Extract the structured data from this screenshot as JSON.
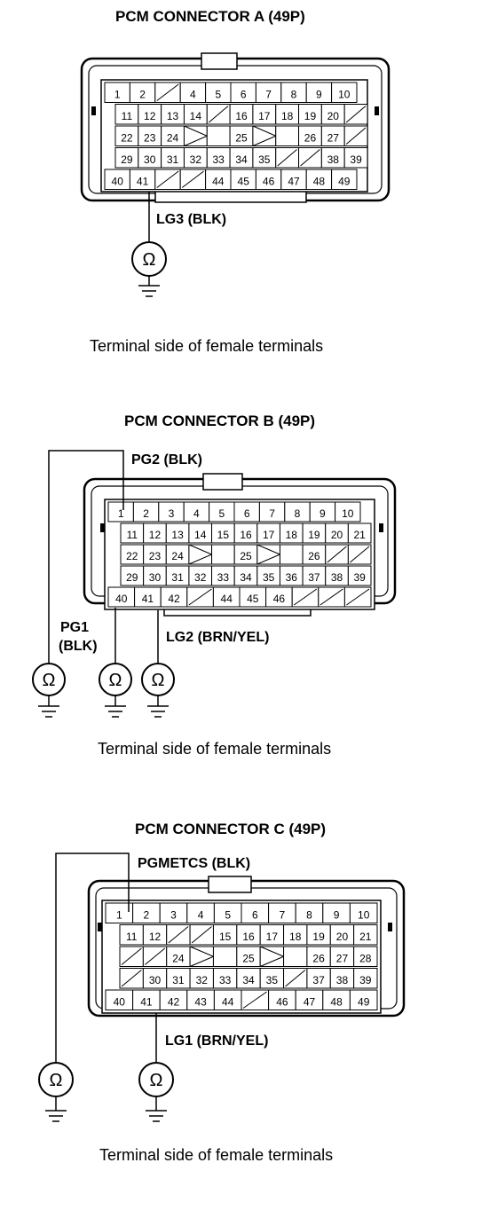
{
  "connectors": [
    {
      "id": "A",
      "title": "PCM CONNECTOR A (49P)",
      "caption": "Terminal side of female terminals",
      "rows": [
        [
          "1",
          "2",
          "/",
          "4",
          "5",
          "6",
          "7",
          "8",
          "9",
          "10"
        ],
        [
          "11",
          "12",
          "13",
          "14",
          "/",
          "16",
          "17",
          "18",
          "19",
          "20",
          "/"
        ],
        [
          "22",
          "23",
          "24",
          "X",
          "",
          "25",
          "X",
          "",
          "26",
          "27",
          "/"
        ],
        [
          "29",
          "30",
          "31",
          "32",
          "33",
          "34",
          "35",
          "/",
          "/",
          "38",
          "39"
        ],
        [
          "40",
          "41",
          "/",
          "/",
          "44",
          "45",
          "46",
          "47",
          "48",
          "49"
        ]
      ],
      "labels": [
        {
          "text": "LG3 (BLK)"
        }
      ]
    },
    {
      "id": "B",
      "title": "PCM CONNECTOR B (49P)",
      "caption": "Terminal side of female terminals",
      "rows": [
        [
          "1",
          "2",
          "3",
          "4",
          "5",
          "6",
          "7",
          "8",
          "9",
          "10"
        ],
        [
          "11",
          "12",
          "13",
          "14",
          "15",
          "16",
          "17",
          "18",
          "19",
          "20",
          "21"
        ],
        [
          "22",
          "23",
          "24",
          "X",
          "",
          "25",
          "X",
          "",
          "26",
          "/",
          "/"
        ],
        [
          "29",
          "30",
          "31",
          "32",
          "33",
          "34",
          "35",
          "36",
          "37",
          "38",
          "39"
        ],
        [
          "40",
          "41",
          "42",
          "/",
          "44",
          "45",
          "46",
          "/",
          "/",
          "/"
        ]
      ],
      "labels": [
        {
          "text": "PG2 (BLK)"
        },
        {
          "text": "PG1"
        },
        {
          "text": "(BLK)"
        },
        {
          "text": "LG2 (BRN/YEL)"
        }
      ]
    },
    {
      "id": "C",
      "title": "PCM CONNECTOR C (49P)",
      "caption": "Terminal side of female terminals",
      "rows": [
        [
          "1",
          "2",
          "3",
          "4",
          "5",
          "6",
          "7",
          "8",
          "9",
          "10"
        ],
        [
          "11",
          "12",
          "/",
          "/",
          "15",
          "16",
          "17",
          "18",
          "19",
          "20",
          "21"
        ],
        [
          "/",
          "/",
          "24",
          "X",
          "",
          "25",
          "X",
          "",
          "26",
          "27",
          "28"
        ],
        [
          "/",
          "30",
          "31",
          "32",
          "33",
          "34",
          "35",
          "/",
          "37",
          "38",
          "39"
        ],
        [
          "40",
          "41",
          "42",
          "43",
          "44",
          "/",
          "46",
          "47",
          "48",
          "49"
        ]
      ],
      "labels": [
        {
          "text": "PGMETCS (BLK)"
        },
        {
          "text": "LG1 (BRN/YEL)"
        }
      ]
    }
  ],
  "meter_symbol": "Ω"
}
